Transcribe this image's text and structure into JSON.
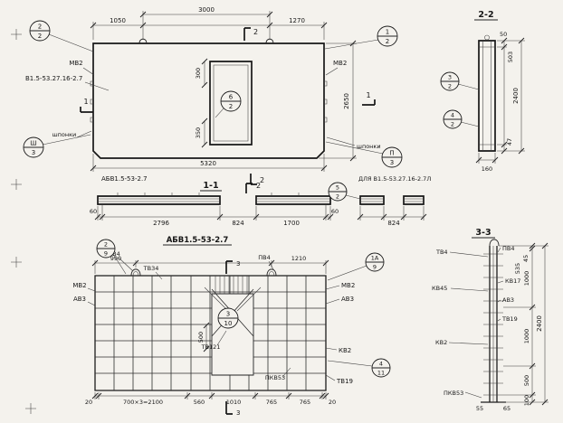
{
  "colors": {
    "paper": "#f4f2ed",
    "ink": "#1f1f1f"
  },
  "plan": {
    "d1050": "1050",
    "d3000": "3000",
    "d1270": "1270",
    "d5320": "5320",
    "d2650": "2650",
    "d300": "300",
    "d350": "350",
    "mv2_left": "МВ2",
    "mark": "В1.5-53.27.16-2.7",
    "keys_left": "шпонки",
    "keys_right": "шпонки",
    "mv2_right": "МВ2",
    "balloon_tl": {
      "num": "2",
      "sheet": "2"
    },
    "balloon_tr": {
      "num": "1",
      "sheet": "2"
    },
    "balloon_door": {
      "num": "6",
      "sheet": "2"
    },
    "balloon_keys_left": {
      "num": "Ш",
      "sheet": "3"
    },
    "balloon_keys_right": {
      "num": "П",
      "sheet": "3"
    },
    "cut_2_top": "2",
    "cut_2_bottom": "2",
    "cut_1_left": "1",
    "cut_1_right": "1"
  },
  "section22": {
    "title": "2-2",
    "d50": "50",
    "d503": "503",
    "d2400": "2400",
    "d47": "47",
    "d160": "160",
    "balloon_a": {
      "num": "3",
      "sheet": "2"
    },
    "balloon_b": {
      "num": "4",
      "sheet": "2"
    }
  },
  "section11": {
    "title": "1-1",
    "label_left": "АБВ1.5-53-2.7",
    "label_right": "ДЛЯ В1.5-53.27.16-2.7Л",
    "d60_left": "60",
    "d2796": "2796",
    "d824": "824",
    "d1700": "1700",
    "d60_right": "60",
    "d824_variant": "824",
    "cut_2": "2",
    "balloon": {
      "num": "5",
      "sheet": "2"
    }
  },
  "cage": {
    "title": "АБВ1.5-53-2.7",
    "d990": "990",
    "d1210": "1210",
    "d500": "500",
    "d20_left": "20",
    "d2100": "700×3=2100",
    "d560": "560",
    "d1010": "1010",
    "d765_a": "765",
    "d765_b": "765",
    "d20_right": "20",
    "pv4_left": "ПВ4",
    "tv34": "ТВ34",
    "pv4_right": "ПВ4",
    "mv2_left": "МВ2",
    "av3_left": "АВ3",
    "mv2_right": "МВ2",
    "av3_right": "АВ3",
    "tv121": "ТВ121",
    "kv2": "КВ2",
    "tv19": "ТВ19",
    "pkv53": "ПКВ53",
    "balloon_tl": {
      "num": "2",
      "sheet": "9"
    },
    "balloon_tr": {
      "num": "1А",
      "sheet": "9"
    },
    "balloon_mid": {
      "num": "3",
      "sheet": "10"
    },
    "balloon_br": {
      "num": "4",
      "sheet": "11"
    },
    "cut_3_top": "3",
    "cut_3_bottom": "3"
  },
  "section33": {
    "title": "3-3",
    "tv4": "ТВ4",
    "pv4": "ПВ4",
    "kv17": "КВ17",
    "kv45": "КВ45",
    "av3": "АВ3",
    "tv19": "ТВ19",
    "kv2": "КВ2",
    "pkv53": "ПКВ53",
    "d45": "45",
    "d535": "535",
    "d1000_a": "1000",
    "d1000_b": "1000",
    "d500": "500",
    "d100": "100",
    "d2400": "2400",
    "d55": "55",
    "d65": "65"
  }
}
